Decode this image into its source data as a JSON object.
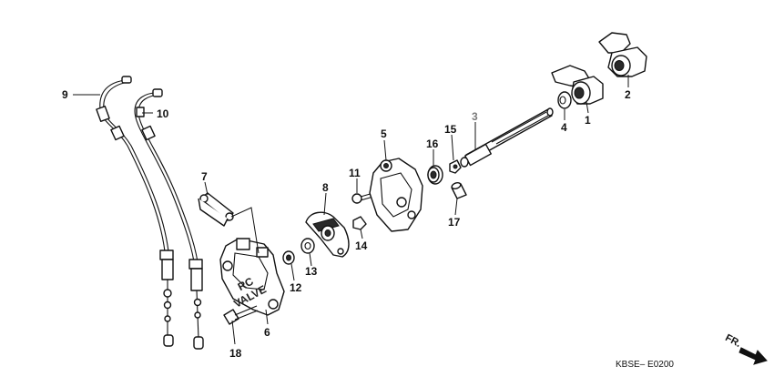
{
  "diagram": {
    "drawing_code": "KBSE– E0200",
    "direction_label": "FR.",
    "valve_stamp_line1": "RC",
    "valve_stamp_line2": "VALVE",
    "callouts": [
      {
        "id": "1",
        "label": "1",
        "color": "#111111"
      },
      {
        "id": "2",
        "label": "2",
        "color": "#111111"
      },
      {
        "id": "3",
        "label": "3",
        "color": "#7a7a7a"
      },
      {
        "id": "4",
        "label": "4",
        "color": "#111111"
      },
      {
        "id": "5",
        "label": "5",
        "color": "#111111"
      },
      {
        "id": "6",
        "label": "6",
        "color": "#111111"
      },
      {
        "id": "7",
        "label": "7",
        "color": "#111111"
      },
      {
        "id": "8",
        "label": "8",
        "color": "#111111"
      },
      {
        "id": "9",
        "label": "9",
        "color": "#111111"
      },
      {
        "id": "10",
        "label": "10",
        "color": "#111111"
      },
      {
        "id": "11",
        "label": "11",
        "color": "#111111"
      },
      {
        "id": "12",
        "label": "12",
        "color": "#111111"
      },
      {
        "id": "13",
        "label": "13",
        "color": "#111111"
      },
      {
        "id": "14",
        "label": "14",
        "color": "#111111"
      },
      {
        "id": "15",
        "label": "15",
        "color": "#111111"
      },
      {
        "id": "16",
        "label": "16",
        "color": "#111111"
      },
      {
        "id": "17",
        "label": "17",
        "color": "#111111"
      },
      {
        "id": "18",
        "label": "18",
        "color": "#111111"
      }
    ]
  }
}
